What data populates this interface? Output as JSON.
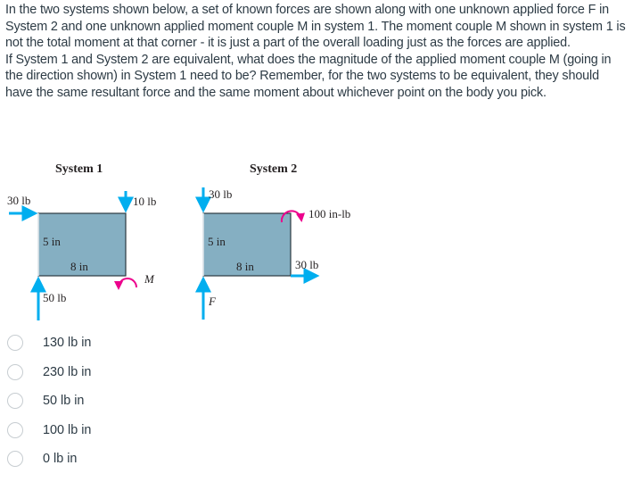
{
  "question": {
    "paragraph1": "In the two systems shown below, a set of known forces are shown along with one unknown applied force F in System 2 and one unknown applied moment couple M in system 1. The moment couple M shown in system 1 is not the total moment at that corner - it is just a part of the overall loading just as the forces are applied.",
    "paragraph2": "If System 1 and System 2 are equivalent, what does the magnitude of the applied moment couple M (going in the direction shown) in System 1 need to be? Remember, for the two systems to be equivalent, they should have the same resultant force and the same moment about whichever point on the body you pick."
  },
  "figure": {
    "colors": {
      "plate": "#85afc2",
      "plate_border": "#2b3a40",
      "force_arrow": "#00aeef",
      "moment_arrow": "#ec008c"
    },
    "system1": {
      "title": "System 1",
      "force_left": "30 lb",
      "force_top_right": "10 lb",
      "height_label": "5 in",
      "width_label": "8 in",
      "force_bottom_left": "50 lb",
      "moment_label": "M"
    },
    "system2": {
      "title": "System 2",
      "force_top_left": "30 lb",
      "moment_label": "100 in-lb",
      "height_label": "5 in",
      "width_label": "8 in",
      "force_bottom_right": "30 lb",
      "force_unknown": "F"
    }
  },
  "answers": [
    {
      "label": "130 lb in",
      "selected": false
    },
    {
      "label": "230 lb in",
      "selected": false
    },
    {
      "label": "50 lb in",
      "selected": false
    },
    {
      "label": "100 lb in",
      "selected": false
    },
    {
      "label": "0 lb in",
      "selected": false
    }
  ]
}
